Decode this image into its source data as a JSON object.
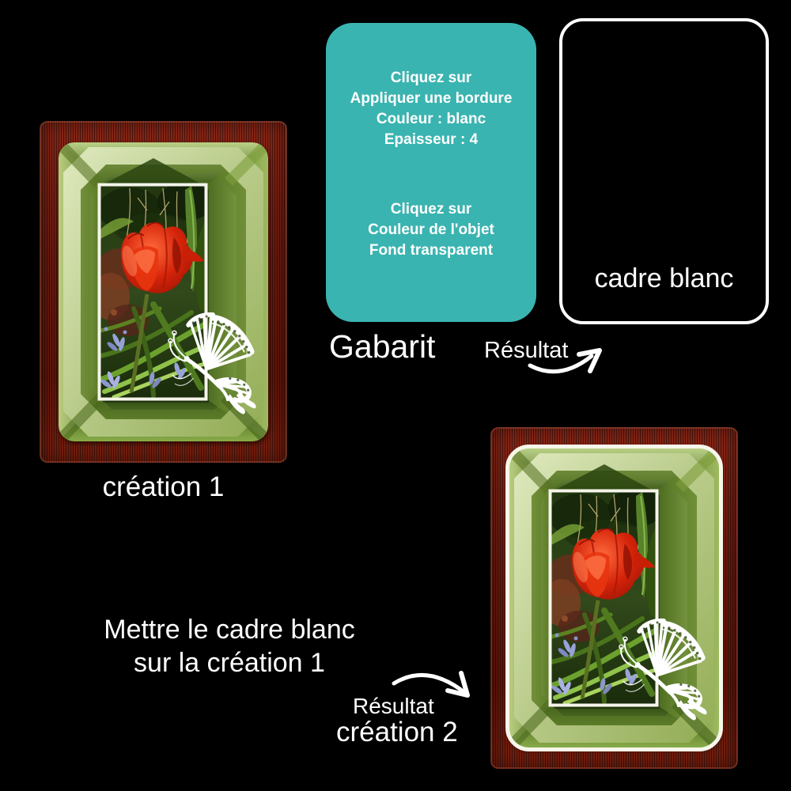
{
  "gabarit_box": {
    "block1": [
      "Cliquez sur",
      "Appliquer une bordure",
      "Couleur : blanc",
      "Epaisseur : 4"
    ],
    "block2": [
      "Cliquez sur",
      "Couleur de l'objet",
      "Fond transparent"
    ]
  },
  "labels": {
    "gabarit": "Gabarit",
    "resultat_top": "Résultat",
    "cadre_blanc": "cadre blanc",
    "creation1": "création 1",
    "instruction_line1": "Mettre le cadre blanc",
    "instruction_line2": "sur la création 1",
    "resultat_bottom": "Résultat",
    "creation2": "création 2"
  },
  "icons": {
    "arrow_top": "curved-arrow-up-right-icon",
    "arrow_bottom": "curved-arrow-down-right-icon",
    "butterfly": "lace-butterfly-icon"
  },
  "colors": {
    "background": "#000000",
    "gabarit_box_teal": "#3ab4b0",
    "text_white": "#ffffff",
    "card_border_maroon": "#7a1f12",
    "mat_green_light": "#dce8b8",
    "mat_green_dark": "#33500f",
    "photo_tulip_red": "#d92708",
    "photo_flower_blue": "#98a2d8",
    "frame_white": "#f6f6ea"
  }
}
